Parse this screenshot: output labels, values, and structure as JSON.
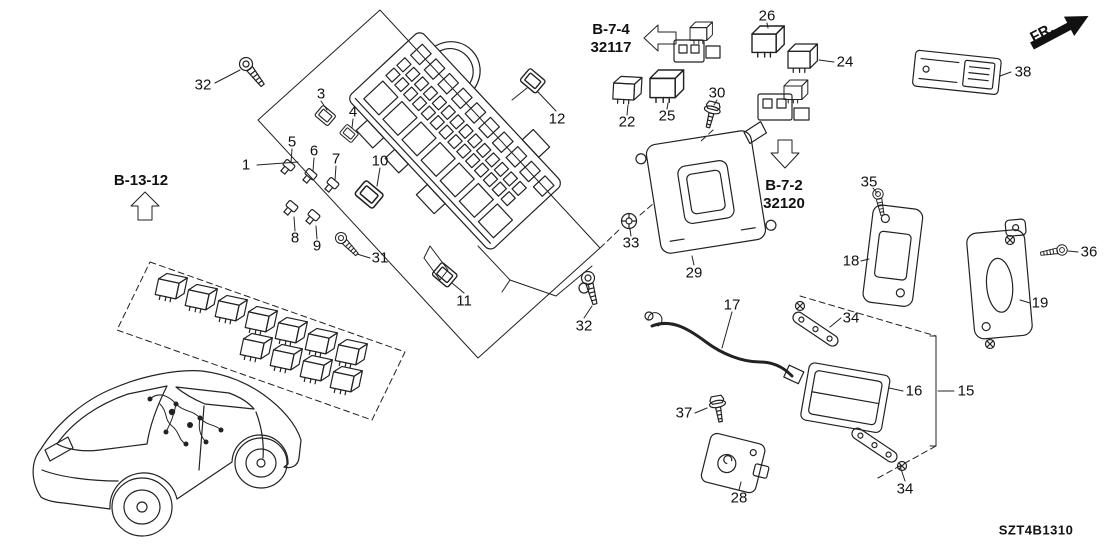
{
  "diagram_code": "SZT4B1310",
  "orientation_label": "FR.",
  "references": {
    "b_7_4": {
      "line1": "B-7-4",
      "line2": "32117"
    },
    "b_13_12": {
      "line1": "B-13-12"
    },
    "b_7_2": {
      "line1": "B-7-2",
      "line2": "32120"
    }
  },
  "callouts": [
    {
      "num": "32"
    },
    {
      "num": "1"
    },
    {
      "num": "3"
    },
    {
      "num": "4"
    },
    {
      "num": "5"
    },
    {
      "num": "6"
    },
    {
      "num": "7"
    },
    {
      "num": "10"
    },
    {
      "num": "8"
    },
    {
      "num": "9"
    },
    {
      "num": "31"
    },
    {
      "num": "11"
    },
    {
      "num": "12"
    },
    {
      "num": "32"
    },
    {
      "num": "22"
    },
    {
      "num": "25"
    },
    {
      "num": "26"
    },
    {
      "num": "24"
    },
    {
      "num": "30"
    },
    {
      "num": "33"
    },
    {
      "num": "29"
    },
    {
      "num": "38"
    },
    {
      "num": "35"
    },
    {
      "num": "18"
    },
    {
      "num": "36"
    },
    {
      "num": "19"
    },
    {
      "num": "17"
    },
    {
      "num": "34"
    },
    {
      "num": "16"
    },
    {
      "num": "15"
    },
    {
      "num": "37"
    },
    {
      "num": "34"
    },
    {
      "num": "28"
    }
  ]
}
